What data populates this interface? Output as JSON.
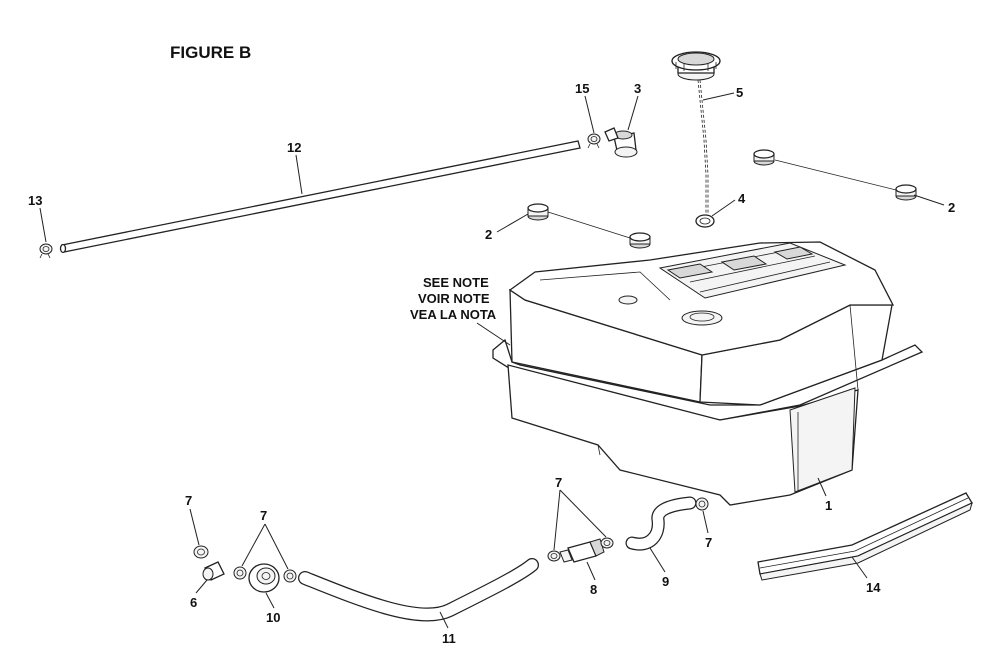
{
  "figure_title": "FIGURE B",
  "note_lines": [
    "SEE NOTE",
    "VOIR NOTE",
    "VEA LA NOTA"
  ],
  "callouts": {
    "c1": "1",
    "c2a": "2",
    "c2b": "2",
    "c3": "3",
    "c4": "4",
    "c5": "5",
    "c6": "6",
    "c7a": "7",
    "c7b": "7",
    "c7c": "7",
    "c7d": "7",
    "c8": "8",
    "c9": "9",
    "c10": "10",
    "c11": "11",
    "c12": "12",
    "c13": "13",
    "c14": "14",
    "c15": "15"
  }
}
